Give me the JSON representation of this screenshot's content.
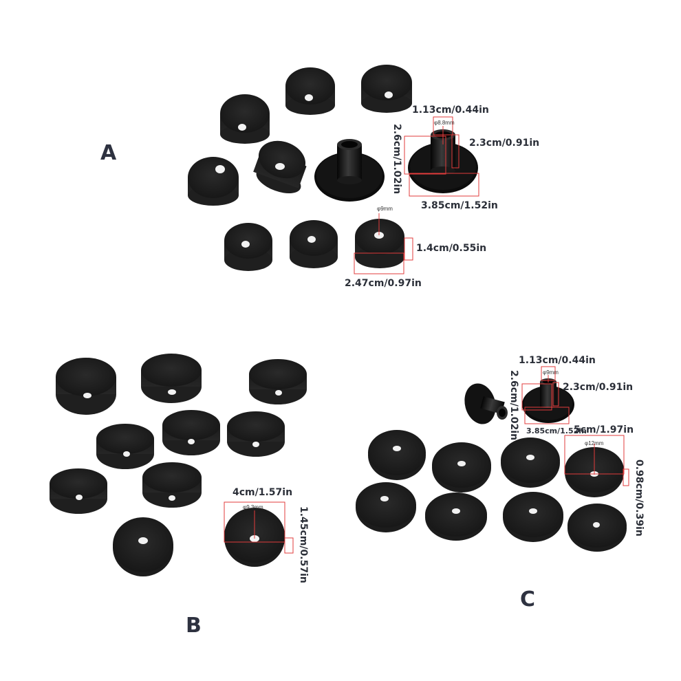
{
  "sections": {
    "a": {
      "label": "A",
      "post_top_diameter": "1.13cm/0.44in",
      "post_inner_diameter": "φ8.8mm",
      "post_height": "2.6cm/1.02in",
      "post_tube_height": "2.3cm/0.91in",
      "post_base_diameter": "3.85cm/1.52in",
      "felt_hole": "φ9mm",
      "felt_height": "1.4cm/0.55in",
      "felt_diameter": "2.47cm/0.97in"
    },
    "b": {
      "label": "B",
      "felt_diameter": "4cm/1.57in",
      "felt_hole": "φ9.3mm",
      "felt_height": "1.45cm/0.57in"
    },
    "c": {
      "label": "C",
      "post_top_diameter": "1.13cm/0.44in",
      "post_inner_diameter": "φ9mm",
      "post_height": "2.6cm/1.02in",
      "post_tube_height": "2.3cm/0.91in",
      "post_base_diameter": "3.85cm/1.52in",
      "felt_diameter": "5cm/1.97in",
      "felt_hole": "φ12mm",
      "felt_height": "0.98cm/0.39in"
    }
  },
  "colors": {
    "felt": "#1c1c1c",
    "felt_edge": "#2e2e2e",
    "dimension_line": "#e23b3b",
    "label_text": "#2b2f38"
  }
}
